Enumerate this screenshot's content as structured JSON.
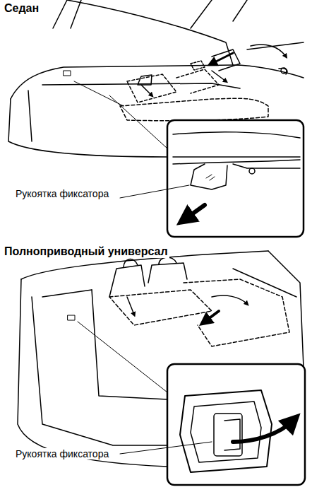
{
  "diagram": {
    "labels": [
      "Седан",
      "Рукоятка фиксатора",
      "Полноприводный универсал",
      "Рукоятка фиксатора"
    ]
  }
}
